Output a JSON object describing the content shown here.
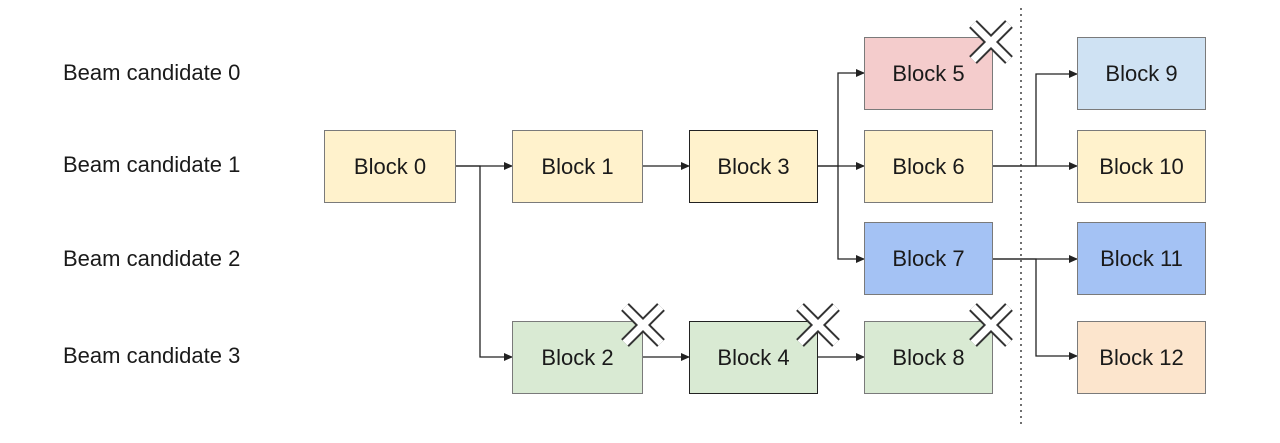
{
  "colors": {
    "yellow": "#fff2cc",
    "red": "#f4cccc",
    "green": "#d9ead3",
    "blue": "#a4c2f4",
    "light_blue": "#cfe2f3",
    "orange": "#fce5cd",
    "edge": "#222222"
  },
  "rows": [
    {
      "label": "Beam candidate 0"
    },
    {
      "label": "Beam candidate 1"
    },
    {
      "label": "Beam candidate 2"
    },
    {
      "label": "Beam candidate 3"
    }
  ],
  "blocks": [
    {
      "id": "b0",
      "label": "Block 0",
      "color": "yellow",
      "pruned": false
    },
    {
      "id": "b1",
      "label": "Block 1",
      "color": "yellow",
      "pruned": false
    },
    {
      "id": "b3",
      "label": "Block 3",
      "color": "yellow",
      "pruned": false
    },
    {
      "id": "b2",
      "label": "Block 2",
      "color": "green",
      "pruned": true
    },
    {
      "id": "b4",
      "label": "Block 4",
      "color": "green",
      "pruned": true
    },
    {
      "id": "b5",
      "label": "Block 5",
      "color": "red",
      "pruned": true
    },
    {
      "id": "b6",
      "label": "Block 6",
      "color": "yellow",
      "pruned": false
    },
    {
      "id": "b7",
      "label": "Block 7",
      "color": "blue",
      "pruned": false
    },
    {
      "id": "b8",
      "label": "Block 8",
      "color": "green",
      "pruned": true
    },
    {
      "id": "b9",
      "label": "Block 9",
      "color": "light_blue",
      "pruned": false
    },
    {
      "id": "b10",
      "label": "Block 10",
      "color": "yellow",
      "pruned": false
    },
    {
      "id": "b11",
      "label": "Block 11",
      "color": "blue",
      "pruned": false
    },
    {
      "id": "b12",
      "label": "Block 12",
      "color": "orange",
      "pruned": false
    }
  ],
  "edges": [
    {
      "from": "Block 0",
      "to": "Block 1"
    },
    {
      "from": "Block 0",
      "to": "Block 2"
    },
    {
      "from": "Block 1",
      "to": "Block 3"
    },
    {
      "from": "Block 2",
      "to": "Block 4"
    },
    {
      "from": "Block 3",
      "to": "Block 5"
    },
    {
      "from": "Block 3",
      "to": "Block 6"
    },
    {
      "from": "Block 3",
      "to": "Block 7"
    },
    {
      "from": "Block 4",
      "to": "Block 8"
    },
    {
      "from": "Block 6",
      "to": "Block 9"
    },
    {
      "from": "Block 6",
      "to": "Block 10"
    },
    {
      "from": "Block 7",
      "to": "Block 11"
    },
    {
      "from": "Block 7",
      "to": "Block 12"
    }
  ]
}
